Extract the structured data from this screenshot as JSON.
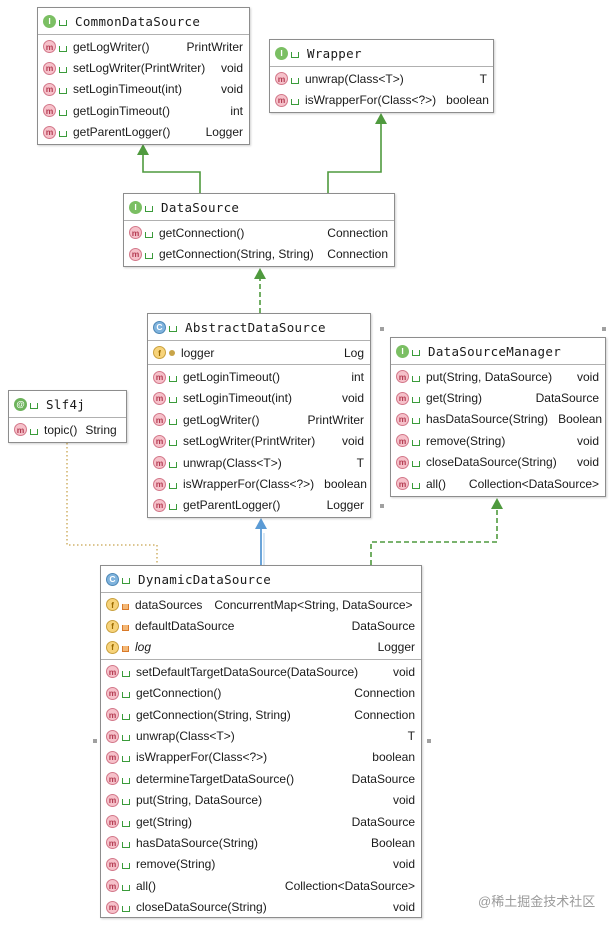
{
  "diagram": {
    "common_data_source": {
      "name": "CommonDataSource",
      "methods": [
        {
          "name": "getLogWriter()",
          "type": "PrintWriter"
        },
        {
          "name": "setLogWriter(PrintWriter)",
          "type": "void"
        },
        {
          "name": "setLoginTimeout(int)",
          "type": "void"
        },
        {
          "name": "getLoginTimeout()",
          "type": "int"
        },
        {
          "name": "getParentLogger()",
          "type": "Logger"
        }
      ]
    },
    "wrapper": {
      "name": "Wrapper",
      "methods": [
        {
          "name": "unwrap(Class<T>)",
          "type": "T"
        },
        {
          "name": "isWrapperFor(Class<?>)",
          "type": "boolean"
        }
      ]
    },
    "data_source": {
      "name": "DataSource",
      "methods": [
        {
          "name": "getConnection()",
          "type": "Connection"
        },
        {
          "name": "getConnection(String, String)",
          "type": "Connection"
        }
      ]
    },
    "abstract_data_source": {
      "name": "AbstractDataSource",
      "fields": [
        {
          "name": "logger",
          "type": "Log"
        }
      ],
      "methods": [
        {
          "name": "getLoginTimeout()",
          "type": "int"
        },
        {
          "name": "setLoginTimeout(int)",
          "type": "void"
        },
        {
          "name": "getLogWriter()",
          "type": "PrintWriter"
        },
        {
          "name": "setLogWriter(PrintWriter)",
          "type": "void"
        },
        {
          "name": "unwrap(Class<T>)",
          "type": "T"
        },
        {
          "name": "isWrapperFor(Class<?>)",
          "type": "boolean"
        },
        {
          "name": "getParentLogger()",
          "type": "Logger"
        }
      ]
    },
    "data_source_manager": {
      "name": "DataSourceManager",
      "methods": [
        {
          "name": "put(String, DataSource)",
          "type": "void"
        },
        {
          "name": "get(String)",
          "type": "DataSource"
        },
        {
          "name": "hasDataSource(String)",
          "type": "Boolean"
        },
        {
          "name": "remove(String)",
          "type": "void"
        },
        {
          "name": "closeDataSource(String)",
          "type": "void"
        },
        {
          "name": "all()",
          "type": "Collection<DataSource>"
        }
      ]
    },
    "slf4j": {
      "name": "Slf4j",
      "methods": [
        {
          "name": "topic()",
          "type": "String"
        }
      ]
    },
    "dynamic_data_source": {
      "name": "DynamicDataSource",
      "fields": [
        {
          "name": "dataSources",
          "type": "ConcurrentMap<String, DataSource>"
        },
        {
          "name": "defaultDataSource",
          "type": "DataSource"
        },
        {
          "name": "log",
          "type": "Logger"
        }
      ],
      "methods": [
        {
          "name": "setDefaultTargetDataSource(DataSource)",
          "type": "void"
        },
        {
          "name": "getConnection()",
          "type": "Connection"
        },
        {
          "name": "getConnection(String, String)",
          "type": "Connection"
        },
        {
          "name": "unwrap(Class<T>)",
          "type": "T"
        },
        {
          "name": "isWrapperFor(Class<?>)",
          "type": "boolean"
        },
        {
          "name": "determineTargetDataSource()",
          "type": "DataSource"
        },
        {
          "name": "put(String, DataSource)",
          "type": "void"
        },
        {
          "name": "get(String)",
          "type": "DataSource"
        },
        {
          "name": "hasDataSource(String)",
          "type": "Boolean"
        },
        {
          "name": "remove(String)",
          "type": "void"
        },
        {
          "name": "all()",
          "type": "Collection<DataSource>"
        },
        {
          "name": "closeDataSource(String)",
          "type": "void"
        }
      ]
    },
    "watermark": "@稀土掘金技术社区",
    "colors": {
      "extends_arrow": "#4f9a3e",
      "implements_line": "#4f9a3e",
      "class_extends_arrow": "#5b9bd5",
      "annotation_link": "#c8a44e"
    }
  }
}
